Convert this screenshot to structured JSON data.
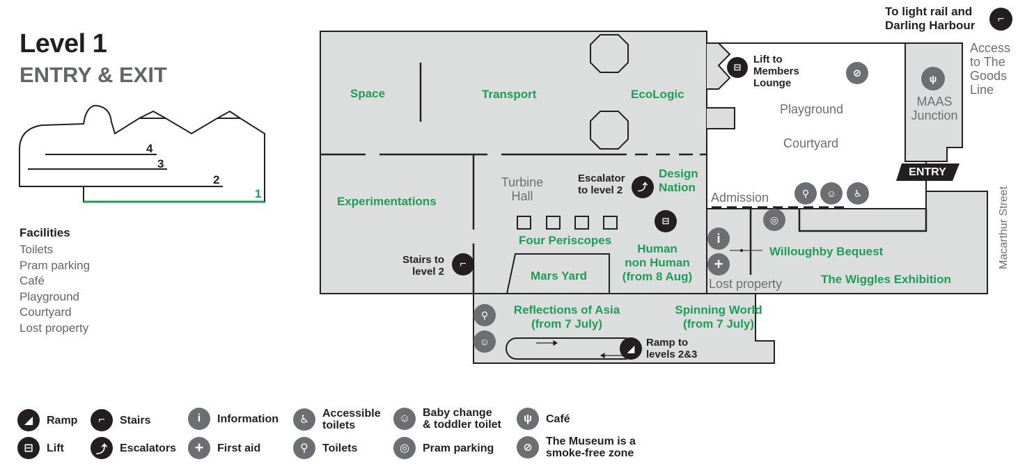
{
  "header": {
    "title": "Level 1",
    "subtitle": "ENTRY & EXIT"
  },
  "level_diagram": {
    "levels": [
      "4",
      "3",
      "2",
      "1"
    ],
    "active_level": "1",
    "active_color": "#1d9c55"
  },
  "facilities": {
    "heading": "Facilities",
    "items": [
      "Toilets",
      "Pram parking",
      "Café",
      "Playground",
      "Courtyard",
      "Lost property"
    ]
  },
  "map": {
    "galleries": {
      "space": "Space",
      "transport": "Transport",
      "ecologic": "EcoLogic",
      "experimentations": "Experimentations",
      "design_nation_1": "Design",
      "design_nation_2": "Nation",
      "four_periscopes": "Four Periscopes",
      "mars_yard": "Mars Yard",
      "human_1": "Human",
      "human_2": "non Human",
      "human_3": "(from 8 Aug)",
      "reflections_1": "Reflections of Asia",
      "reflections_2": "(from 7 July)",
      "spinning_1": "Spinning World",
      "spinning_2": "(from 7 July)",
      "willoughby": "Willoughby Bequest",
      "wiggles": "The Wiggles Exhibition"
    },
    "areas": {
      "turbine_1": "Turbine",
      "turbine_2": "Hall",
      "playground": "Playground",
      "courtyard": "Courtyard",
      "admission": "Admission",
      "lost_property": "Lost property",
      "maas_1": "MAAS",
      "maas_2": "Junction",
      "entry": "ENTRY",
      "street": "Macarthur Street"
    },
    "callouts": {
      "lift_1": "Lift to",
      "lift_2": "Members",
      "lift_3": "Lounge",
      "escalator_1": "Escalator",
      "escalator_2": "to level 2",
      "stairs_1": "Stairs to",
      "stairs_2": "level 2",
      "ramp_1": "Ramp to",
      "ramp_2": "levels 2&3",
      "light_rail_1": "To light rail and",
      "light_rail_2": "Darling Harbour",
      "goods_line_1": "Access",
      "goods_line_2": "to The",
      "goods_line_3": "Goods",
      "goods_line_4": "Line"
    }
  },
  "legend": {
    "ramp": "Ramp",
    "lift": "Lift",
    "stairs": "Stairs",
    "escalators": "Escalators",
    "information": "Information",
    "first_aid": "First aid",
    "accessible_1": "Accessible",
    "accessible_2": "toilets",
    "toilets": "Toilets",
    "baby_1": "Baby change",
    "baby_2": "& toddler toilet",
    "pram": "Pram parking",
    "cafe": "Café",
    "smoke_1": "The Museum is a",
    "smoke_2": "smoke-free zone"
  },
  "colors": {
    "gallery_green": "#1d9c55",
    "floor_grey": "#dcdedd",
    "wall": "#231f20",
    "text_grey": "#636466"
  }
}
